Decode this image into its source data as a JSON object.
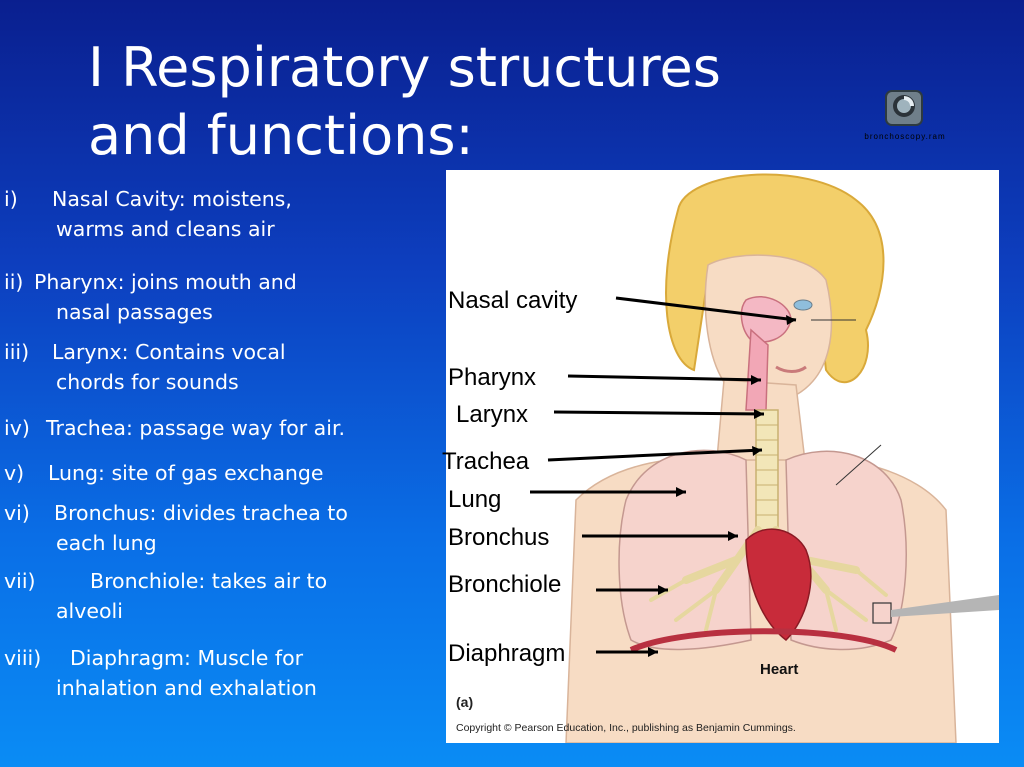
{
  "title": {
    "line1": "I  Respiratory structures",
    "line2": "and functions:"
  },
  "logo": {
    "icon": "bronchoscopy-logo-icon",
    "caption": "bronchoscopy.ram"
  },
  "bullets": [
    {
      "num": "i)",
      "line1": "Nasal Cavity: moistens,",
      "line2": "warms and cleans air"
    },
    {
      "num": "ii)",
      "line1": "Pharynx: joins mouth and",
      "line2": "nasal passages"
    },
    {
      "num": "iii)",
      "line1": "Larynx: Contains vocal",
      "line2": "chords for sounds"
    },
    {
      "num": "iv)",
      "line1": "Trachea: passage way for air.",
      "line2": ""
    },
    {
      "num": "v)",
      "line1": "Lung: site of gas exchange",
      "line2": ""
    },
    {
      "num": "vi)",
      "line1": "Bronchus:  divides trachea to",
      "line2": "each lung"
    },
    {
      "num": "vii)",
      "line1": "Bronchiole: takes air to",
      "line2": "alveoli"
    },
    {
      "num": "viii)",
      "line1": "Diaphragm: Muscle for",
      "line2": "inhalation and exhalation"
    }
  ],
  "figure": {
    "labels": {
      "nasal_cavity": "Nasal cavity",
      "pharynx": "Pharynx",
      "larynx": "Larynx",
      "trachea": "Trachea",
      "lung": "Lung",
      "bronchus": "Bronchus",
      "bronchiole": "Bronchiole",
      "diaphragm": "Diaphragm"
    },
    "heart_label": "Heart",
    "panel_label": "(a)",
    "copyright": "Copyright © Pearson Education, Inc., publishing as Benjamin Cummings."
  },
  "colors": {
    "background_top": "#0a1f8f",
    "background_bottom": "#0a8cf5",
    "text": "#ffffff",
    "hair": "#f3cf6a",
    "skin": "#f7dcc4",
    "lung": "#f6d3cc",
    "heart": "#c82b3a",
    "airway": "#f2e6b8"
  }
}
